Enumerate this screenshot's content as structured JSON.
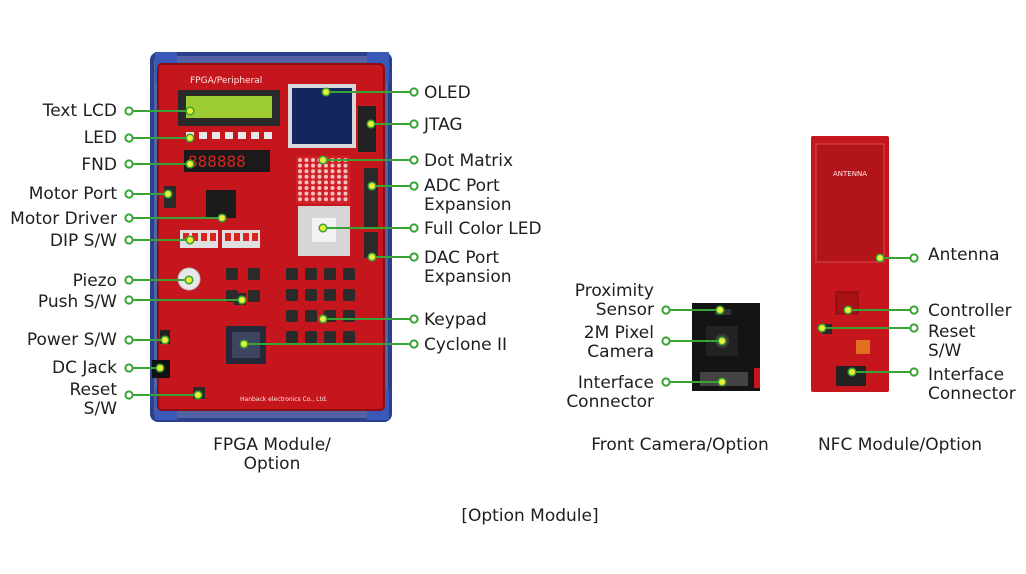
{
  "title": "[Option Module]",
  "fpga": {
    "board_text": "FPGA/Peripheral",
    "footer_text": "Hanback electronics Co., Ltd.",
    "caption": "FPGA Module/\nOption",
    "labels_left": [
      "Text LCD",
      "LED",
      "FND",
      "Motor Port",
      "Motor Driver",
      "DIP S/W",
      "Piezo",
      "Push S/W",
      "Power S/W",
      "DC Jack",
      "Reset\nS/W"
    ],
    "labels_right": [
      "OLED",
      "JTAG",
      "Dot Matrix",
      "ADC Port\nExpansion",
      "Full Color LED",
      "DAC Port\nExpansion",
      "Keypad",
      "Cyclone II"
    ]
  },
  "camera": {
    "caption": "Front Camera/Option",
    "labels": [
      "Proximity\nSensor",
      "2M Pixel\nCamera",
      "Interface\nConnector"
    ]
  },
  "nfc": {
    "board_text": "ANTENNA",
    "caption": "NFC Module/Option",
    "labels": [
      "Antenna",
      "Controller",
      "Reset\nS/W",
      "Interface\nConnector"
    ]
  },
  "colors": {
    "board_red": "#c4161c",
    "frame_blue": "#1e3a8a",
    "callout_green": "#3aa335",
    "text": "#1e1e1e"
  }
}
